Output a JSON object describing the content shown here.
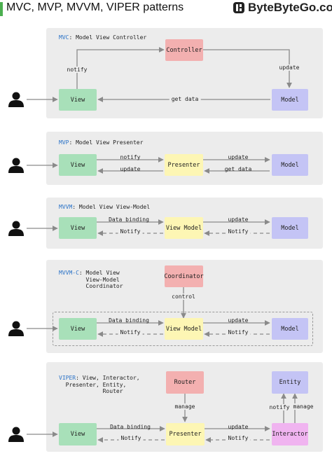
{
  "header": {
    "title": "MVC, MVP, MVVM, VIPER patterns",
    "brand": "ByteByteGo.com"
  },
  "colors": {
    "accent": "#4caf50",
    "keyword": "#2b73c7",
    "view": "#a8e0b9",
    "controller": "#f3b0b0",
    "presenter": "#fdf6b4",
    "model": "#c4c4f5",
    "interactor": "#f0b4f0",
    "panel": "#ececec"
  },
  "mvc": {
    "key": "MVC",
    "title": ": Model View Controller",
    "controller": "Controller",
    "view": "View",
    "model": "Model",
    "notify": "notify",
    "update": "update",
    "get_data": "get data"
  },
  "mvp": {
    "key": "MVP",
    "title": ": Model View Presenter",
    "view": "View",
    "presenter": "Presenter",
    "model": "Model",
    "notify": "notify",
    "update_left": "update",
    "update_right": "update",
    "get_data": "get data"
  },
  "mvvm": {
    "key": "MVVM",
    "title": ": Model View View-Model",
    "view": "View",
    "view_model": "View Model",
    "model": "Model",
    "data_binding": "Data binding",
    "notify_left": "Notify",
    "update": "update",
    "notify_right": "Notify"
  },
  "mvvmc": {
    "key": "MVVM-C",
    "title": ": Model View\n        View-Model\n        Coordinator",
    "coordinator": "Coordinator",
    "control": "control",
    "view": "View",
    "view_model": "View Model",
    "model": "Model",
    "data_binding": "Data binding",
    "notify_left": "Notify",
    "update": "update",
    "notify_right": "Notify"
  },
  "viper": {
    "key": "VIPER",
    "title": ": View, Interactor,\n  Presenter, Entity,\n             Router",
    "router": "Router",
    "entity": "Entity",
    "manage_left": "manage",
    "notify_up": "notify",
    "manage_right": "manage",
    "view": "View",
    "presenter": "Presenter",
    "interactor": "Interactor",
    "data_binding": "Data binding",
    "notify_left": "Notify",
    "update": "update",
    "notify_right": "Notify"
  }
}
